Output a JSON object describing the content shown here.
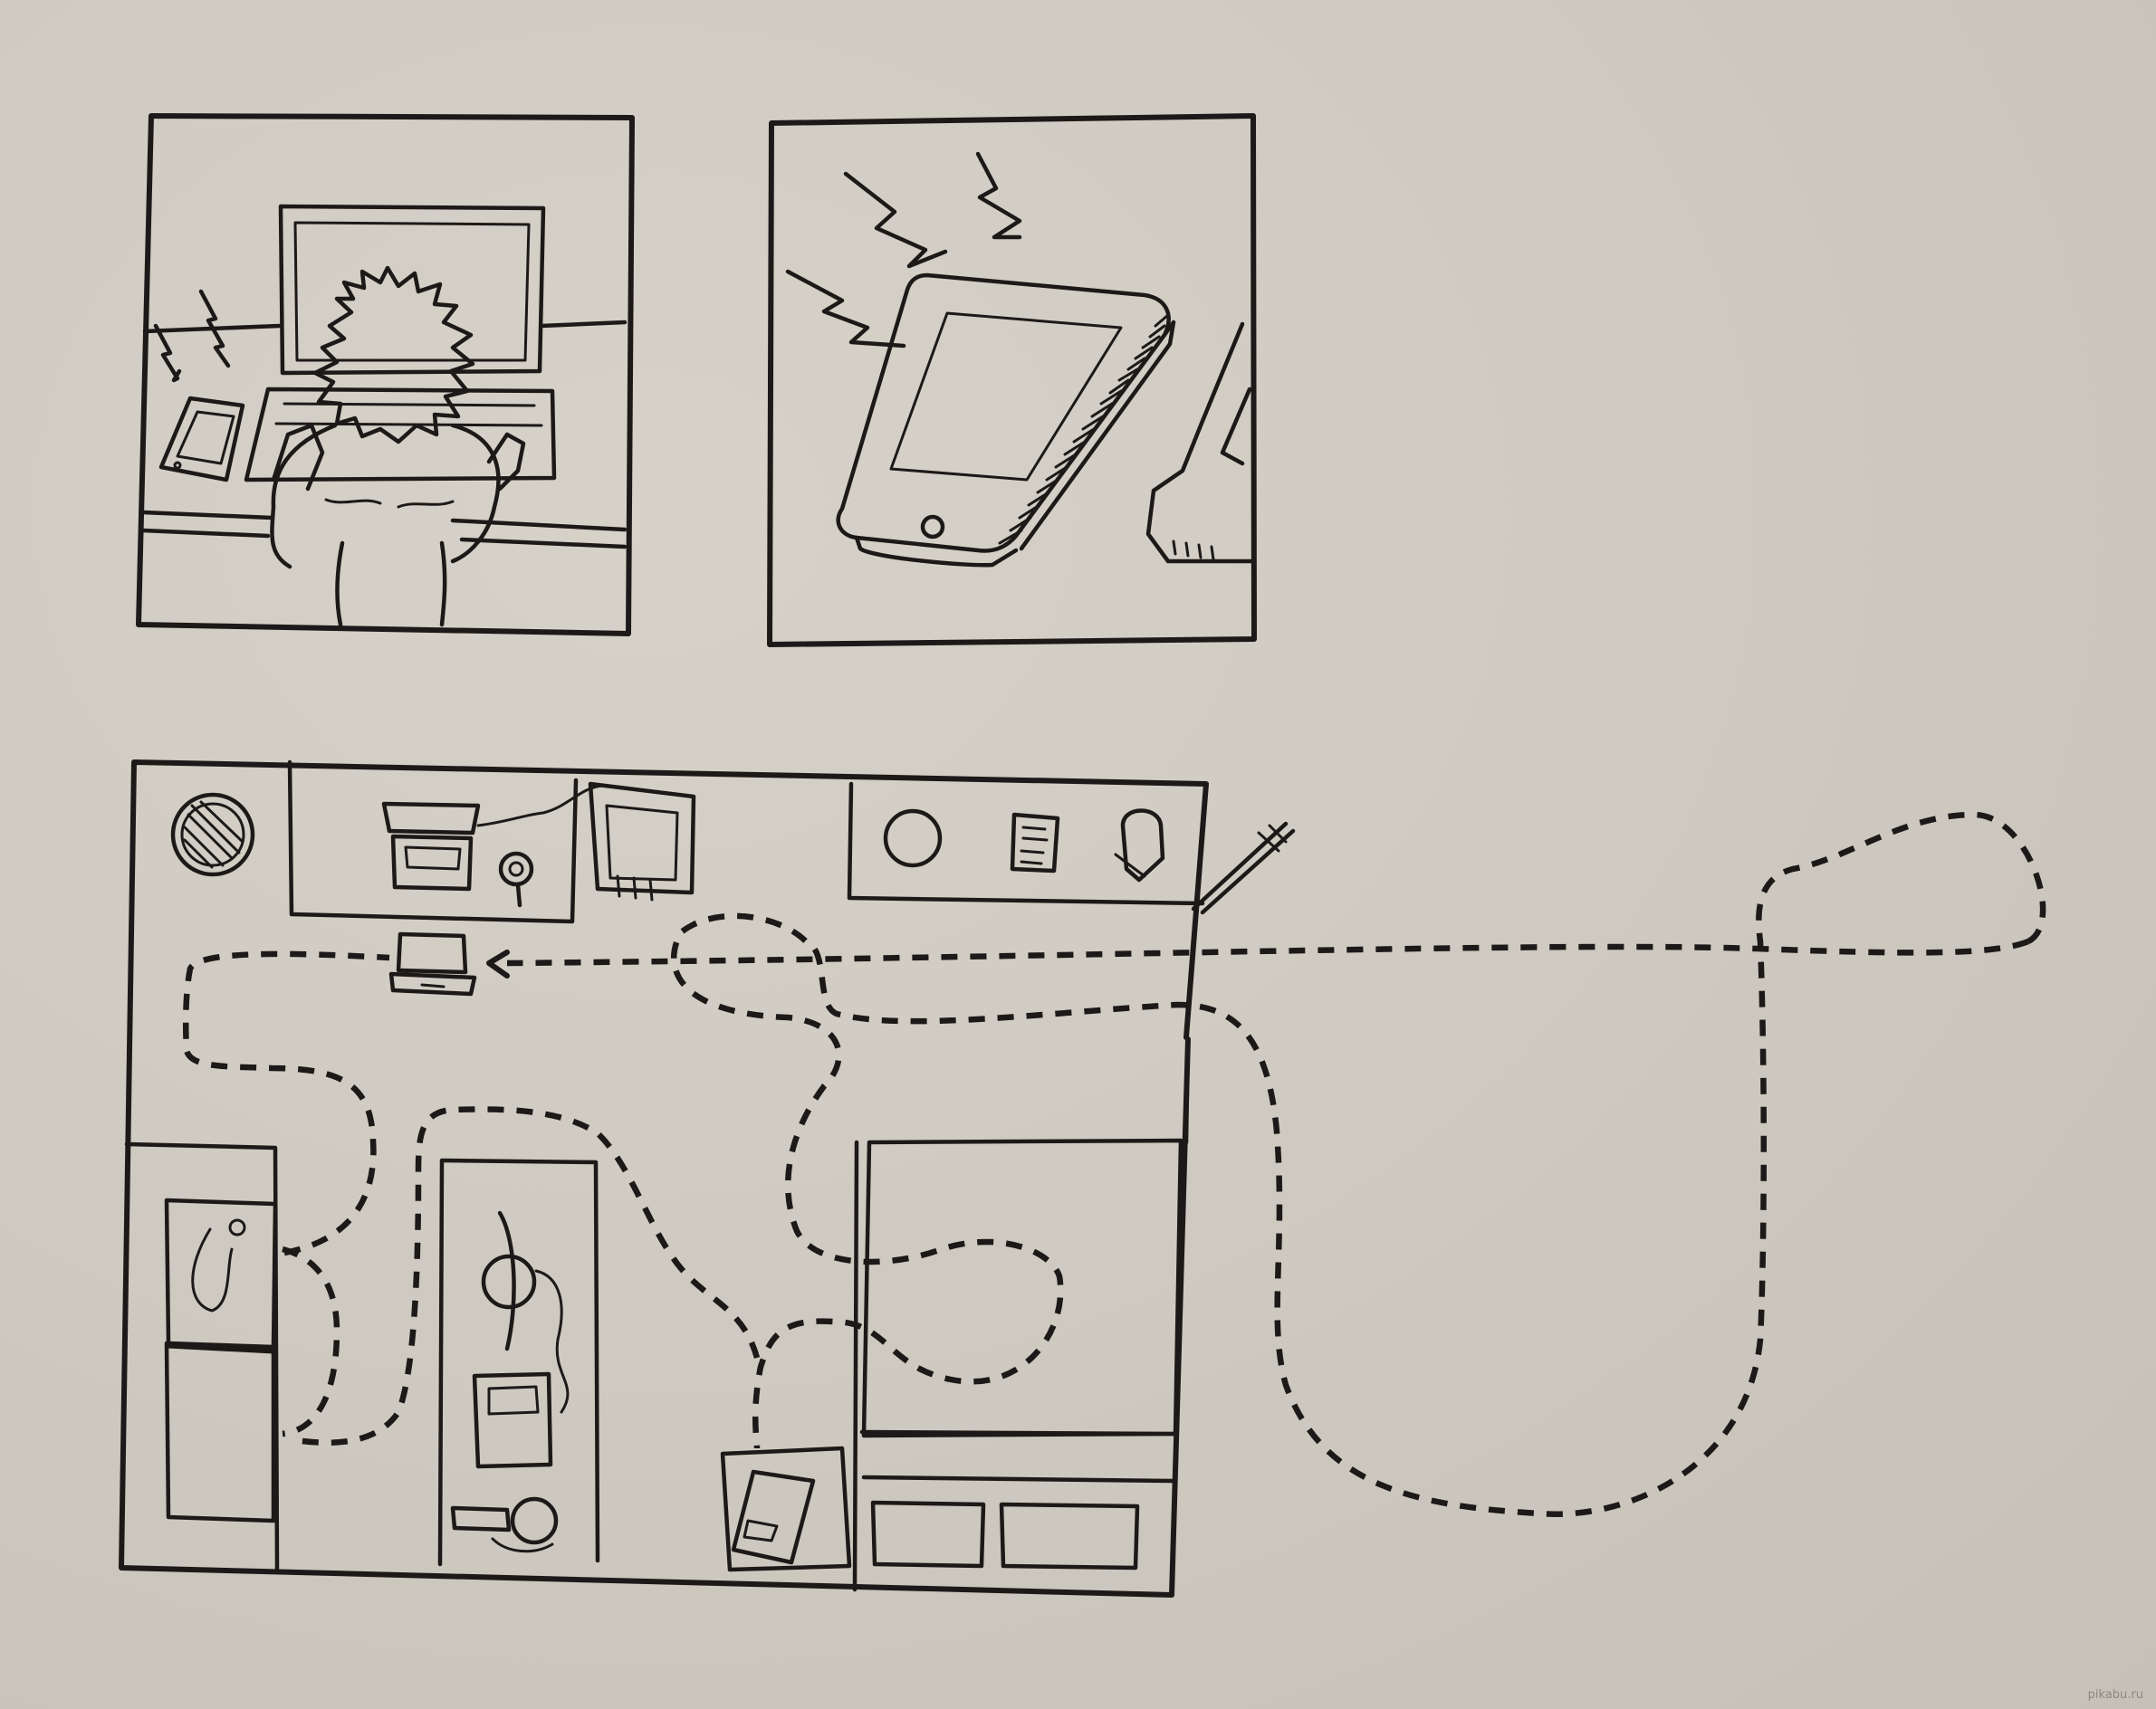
{
  "scene": {
    "paper_color": "#cfcbc2",
    "ink_color": "#1c1a18",
    "panels": [
      {
        "id": "panel-person-at-laptop",
        "depicts": [
          "person",
          "laptop",
          "phone",
          "vibration-marks"
        ]
      },
      {
        "id": "panel-phone-closeup",
        "depicts": [
          "phone",
          "vibration-marks",
          "laptop-edge"
        ]
      },
      {
        "id": "panel-room-floorplan",
        "depicts": [
          "desk",
          "laptop",
          "bed",
          "shelves",
          "dashed-search-path"
        ]
      }
    ]
  },
  "watermark": {
    "text": "pikabu.ru"
  }
}
